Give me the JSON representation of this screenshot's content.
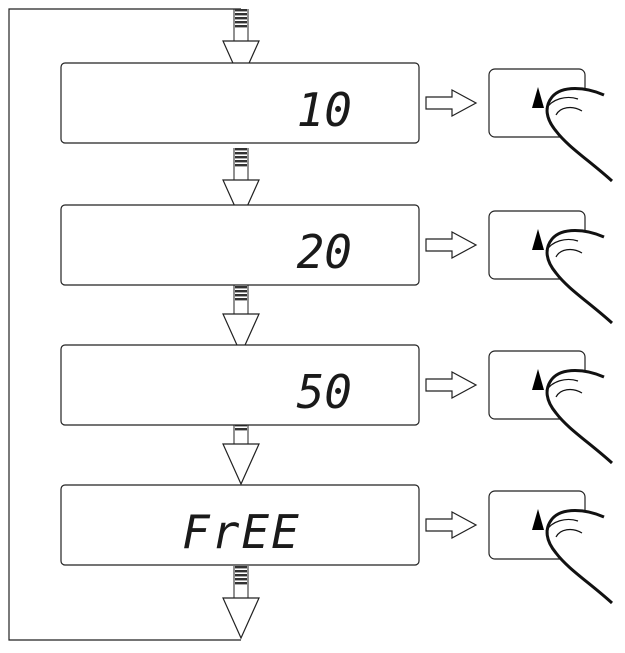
{
  "displays": [
    {
      "id": "step-1",
      "text": "10"
    },
    {
      "id": "step-2",
      "text": "20"
    },
    {
      "id": "step-3",
      "text": "50"
    },
    {
      "id": "step-4",
      "text": "FrEE"
    }
  ],
  "key_icon": "up-triangle-key",
  "finger_icon": "pressing-finger",
  "colors": {
    "stroke": "#222222",
    "background": "#ffffff",
    "lcd_text": "#1a1a1a"
  }
}
